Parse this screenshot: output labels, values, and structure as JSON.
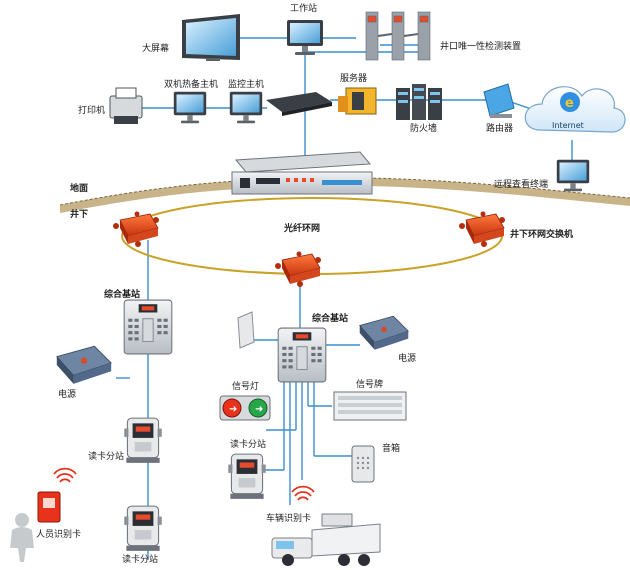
{
  "labels": {
    "workstation": "工作站",
    "big_screen": "大屏幕",
    "shaft_detector": "井口唯一性检测装置",
    "dual_host": "双机热备主机",
    "monitor_host": "监控主机",
    "server": "服务器",
    "printer": "打印机",
    "firewall": "防火墙",
    "router": "路由器",
    "internet": "Internet",
    "remote_terminal": "远程查看终端",
    "ground": "地面",
    "underground": "井下",
    "fiber_ring": "光纤环网",
    "ring_switch": "井下环网交换机",
    "base_station_left": "综合基站",
    "base_station_mid": "综合基站",
    "power_left": "电源",
    "power_mid": "电源",
    "signal_light": "信号灯",
    "signal_board": "信号牌",
    "reader_left_1": "读卡分站",
    "reader_left_2": "读卡分站",
    "reader_mid": "读卡分站",
    "speaker": "音箱",
    "person_card": "人员识别卡",
    "vehicle_card": "车辆识别卡"
  },
  "colors": {
    "link": "#3a8fcf",
    "ring": "#c9a227",
    "switch": "#e0401c",
    "device_gray": "#c9ced3",
    "panel_dark": "#2a2f36",
    "monitor_screen": "#7fc3ec"
  },
  "icons": [
    "monitor-icon",
    "big-screen-icon",
    "turnstile-icon",
    "server-icon",
    "router-icon",
    "firewall-icon",
    "printer-icon",
    "cloud-icon",
    "switch-icon",
    "base-station-icon",
    "power-box-icon",
    "card-reader-icon",
    "signal-light-icon",
    "signal-board-icon",
    "speaker-icon",
    "antenna-icon",
    "wifi-icon",
    "person-icon",
    "id-card-icon",
    "truck-icon"
  ]
}
